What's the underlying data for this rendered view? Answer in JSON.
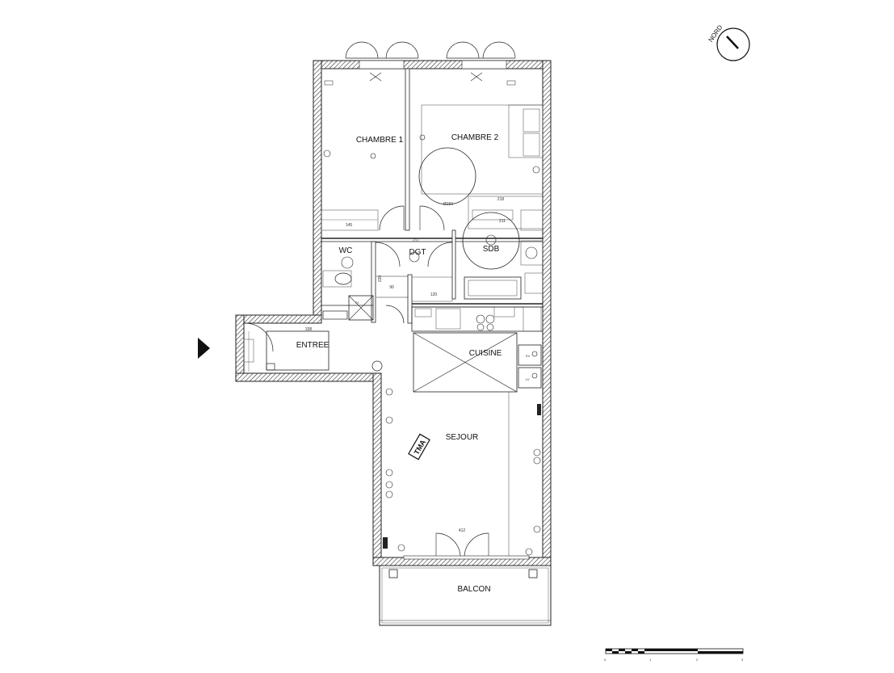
{
  "rooms": {
    "chambre1": "CHAMBRE 1",
    "chambre2": "CHAMBRE 2",
    "wc": "WC",
    "dgt": "DGT",
    "sdb": "SDB",
    "entree": "ENTREE",
    "cuisine": "CUISINE",
    "sejour": "SEJOUR",
    "balcon": "BALCON"
  },
  "stamps": {
    "tma": "TMA",
    "pl": "PL",
    "ev": "EV",
    "lv": "LV"
  },
  "compass": {
    "label": "NORD"
  },
  "dimensions": {
    "d338": "338",
    "d217": "217",
    "d218": "218",
    "d211": "211",
    "d145": "145",
    "d412": "412",
    "d120": "120",
    "d90": "90",
    "d220": "220",
    "d150": "Ø150"
  },
  "scale_bar": {
    "ticks": [
      "0",
      "1",
      "2",
      "3"
    ]
  }
}
